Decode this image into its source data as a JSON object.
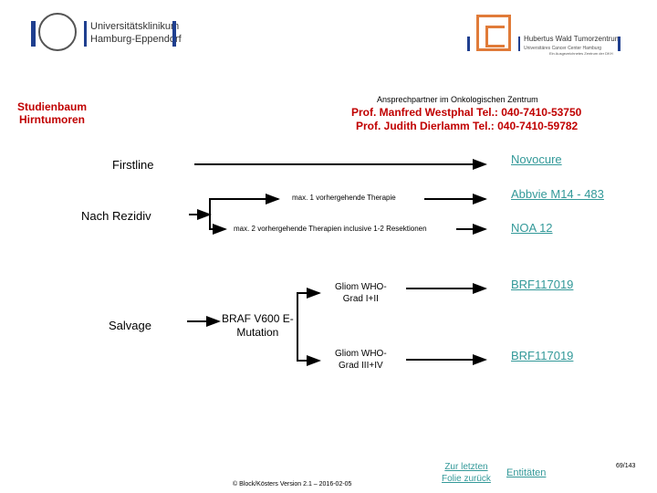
{
  "logos": {
    "uke_line1": "Universitätsklinikum",
    "uke_line2": "Hamburg-Eppendorf",
    "hwtz_line1": "Hubertus Wald Tumorzentrum",
    "hwtz_line2": "Universitäres Cancer Center Hamburg",
    "hwtz_sub": "Ein Ausgezeichnetes Zentrum der DKH"
  },
  "header": {
    "title_line1": "Studienbaum",
    "title_line2": "Hirntumoren",
    "contact_heading": "Ansprechpartner im Onkologischen Zentrum",
    "contact1": "Prof. Manfred Westphal Tel.: 040-7410-53750",
    "contact2": "Prof. Judith Dierlamm Tel.: 040-7410-59782"
  },
  "tree": {
    "firstline": "Firstline",
    "novocure": "Novocure",
    "rezidiv": "Nach Rezidiv",
    "max1": "max. 1 vorhergehende Therapie",
    "abbvie": "Abbvie M14 - 483",
    "max2": "max. 2 vorhergehende Therapien inclusive 1-2 Resektionen",
    "noa": "NOA 12",
    "salvage": "Salvage",
    "braf_line1": "BRAF V600 E-",
    "braf_line2": "Mutation",
    "gliom12_line1": "Gliom WHO-",
    "gliom12_line2": "Grad I+II",
    "brf1": "BRF117019",
    "gliom34_line1": "Gliom WHO-",
    "gliom34_line2": "Grad III+IV",
    "brf2": "BRF117019"
  },
  "footer": {
    "copyright": "© Block/Kösters Version 2.1 – 2016-02-05",
    "back_line1": "Zur letzten",
    "back_line2": "Folie zurück",
    "entitaeten": "Entitäten",
    "page": "69/143"
  },
  "colors": {
    "accent_red": "#c00000",
    "link": "#339999",
    "logo_blue": "#1f3f8f",
    "logo_orange": "#e07b39"
  }
}
